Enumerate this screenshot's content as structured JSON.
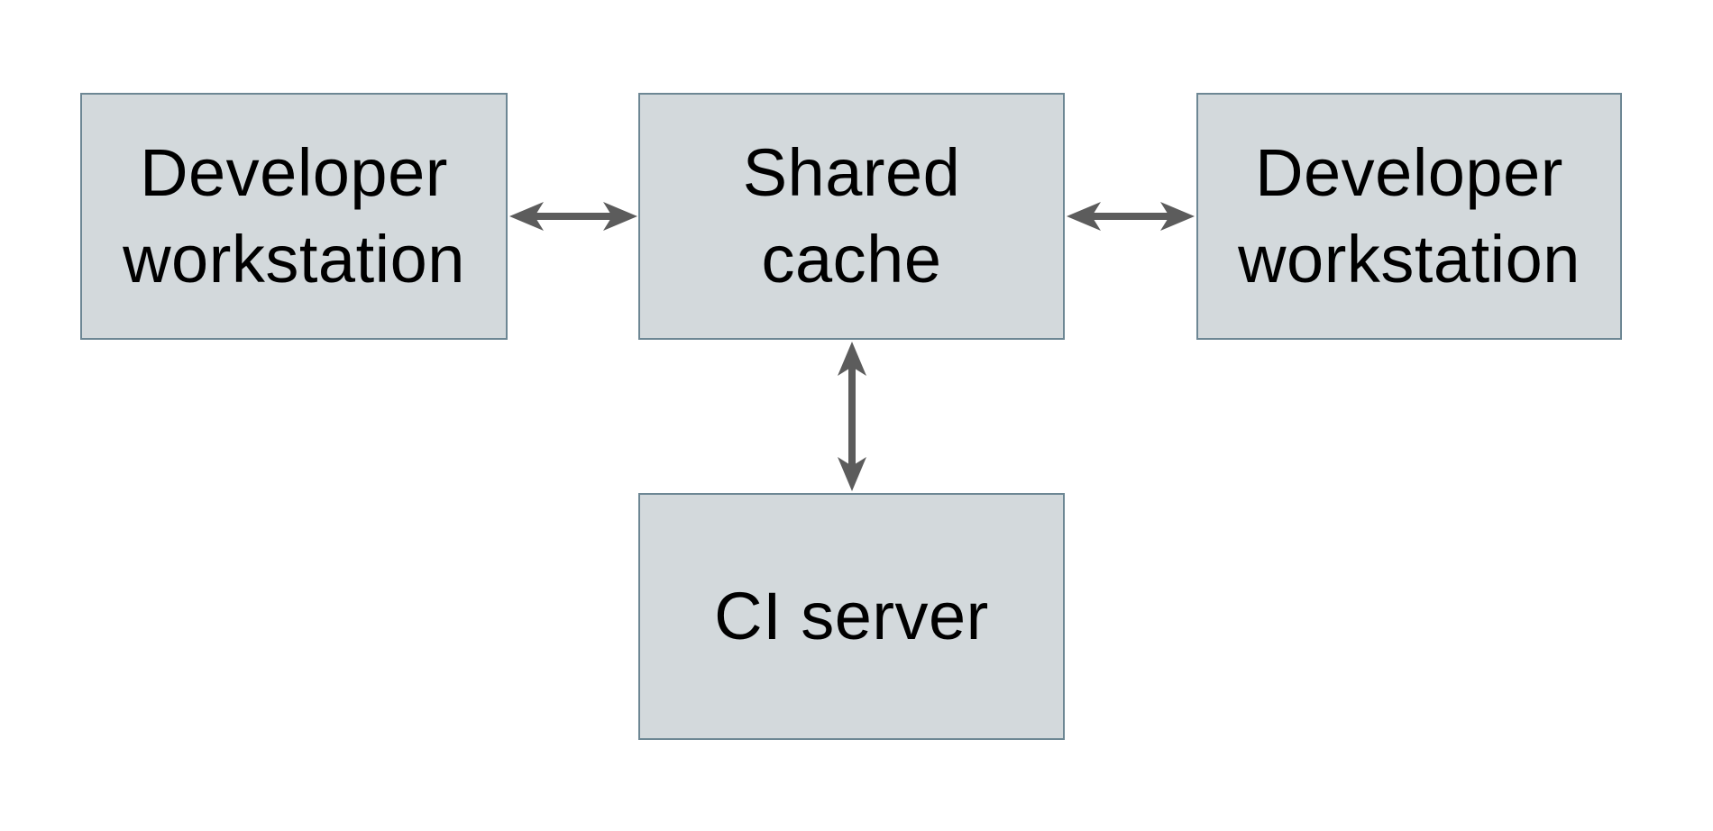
{
  "diagram": {
    "type": "architecture-diagram",
    "nodes": [
      {
        "id": "developer-workstation-left",
        "label": "Developer\nworkstation"
      },
      {
        "id": "shared-cache",
        "label": "Shared\ncache"
      },
      {
        "id": "developer-workstation-right",
        "label": "Developer\nworkstation"
      },
      {
        "id": "ci-server",
        "label": "CI server"
      }
    ],
    "edges": [
      {
        "from": "developer-workstation-left",
        "to": "shared-cache",
        "direction": "bidirectional"
      },
      {
        "from": "shared-cache",
        "to": "developer-workstation-right",
        "direction": "bidirectional"
      },
      {
        "from": "shared-cache",
        "to": "ci-server",
        "direction": "bidirectional"
      }
    ]
  },
  "colors": {
    "background": "#ffffff",
    "node_fill": "#d3d9dc",
    "node_border": "#6d8794",
    "arrow": "#5c5c5c",
    "text": "#000000"
  }
}
